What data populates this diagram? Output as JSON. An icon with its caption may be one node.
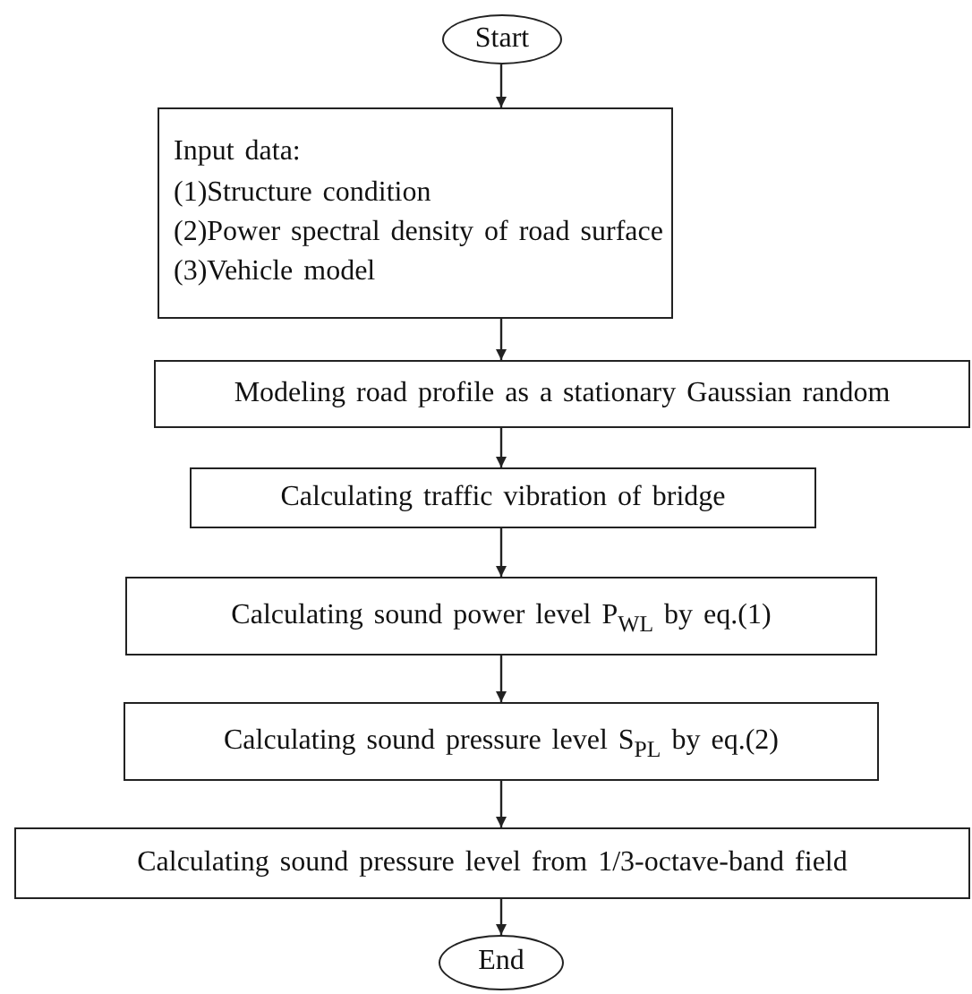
{
  "diagram": {
    "nodes": [
      {
        "text": [
          "Start"
        ]
      },
      {
        "text": [
          "Input data:",
          "(1)Structure condition",
          "(2)Power spectral density of road surface",
          "(3)Vehicle model"
        ]
      },
      {
        "text": [
          "Modeling road profile as a stationary Gaussian random"
        ]
      },
      {
        "text": [
          "Calculating traffic vibration of bridge"
        ]
      },
      {
        "text": [
          "Calculating sound power level P$_{WL}$ by eq.(1)"
        ]
      },
      {
        "text": [
          "Calculating sound pressure level S$_{PL}$ by eq.(2)"
        ]
      },
      {
        "text": [
          "Calculating sound pressure level from 1/3-octave-band field"
        ]
      },
      {
        "text": [
          "End"
        ]
      }
    ],
    "edges": [
      {
        "from": 0,
        "to": 1,
        "arrow": "to"
      },
      {
        "from": 1,
        "to": 2,
        "arrow": "to"
      },
      {
        "from": 2,
        "to": 3,
        "arrow": "to"
      },
      {
        "from": 3,
        "to": 4,
        "arrow": "to"
      },
      {
        "from": 4,
        "to": 5,
        "arrow": "to"
      },
      {
        "from": 5,
        "to": 6,
        "arrow": "to"
      },
      {
        "from": 6,
        "to": 7,
        "arrow": "to"
      }
    ]
  }
}
